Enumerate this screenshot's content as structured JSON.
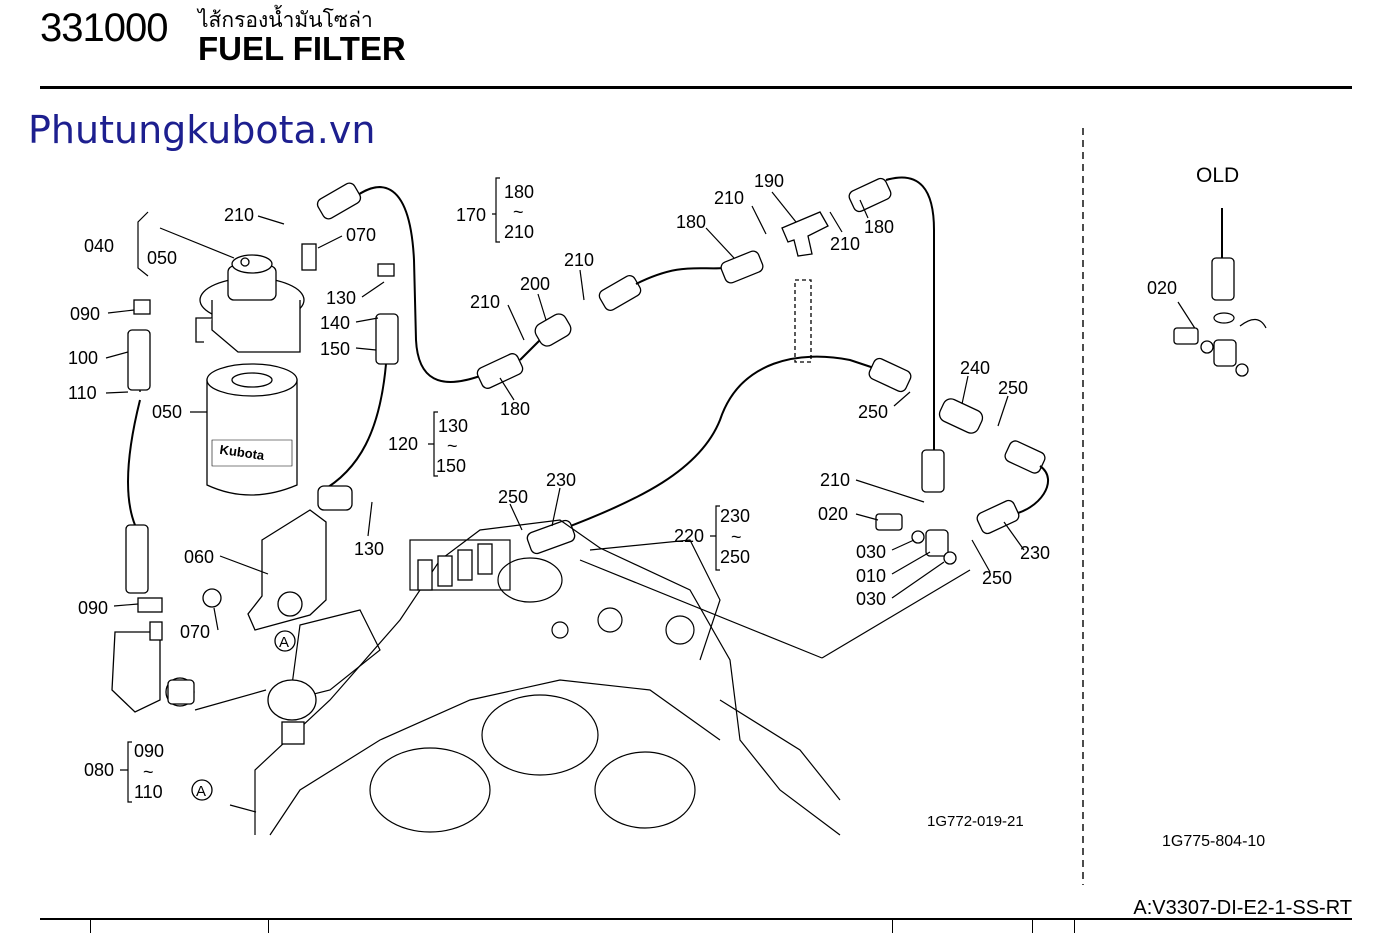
{
  "header": {
    "code": "331000",
    "title_th": "ไส้กรองน้ำมันโซล่า",
    "title_en": "FUEL FILTER"
  },
  "watermark": "Phutungkubota.vn",
  "footer": {
    "model": "A:V3307-DI-E2-1-SS-RT"
  },
  "diagram": {
    "left_ref": "1G772-019-21",
    "right_ref": "1G775-804-10",
    "old_label": "OLD",
    "callouts": [
      "040",
      "050",
      "050",
      "210",
      "070",
      "090",
      "100",
      "110",
      "130",
      "140",
      "150",
      "120",
      "130",
      "150",
      "130",
      "060",
      "070",
      "090",
      "080",
      "090",
      "110",
      "170",
      "180",
      "210",
      "200",
      "210",
      "210",
      "180",
      "180",
      "210",
      "190",
      "180",
      "210",
      "240",
      "250",
      "250",
      "250",
      "230",
      "210",
      "020",
      "030",
      "010",
      "030",
      "220",
      "230",
      "250",
      "230",
      "250",
      "020"
    ],
    "tilde": "~",
    "circle_ref": "A"
  }
}
